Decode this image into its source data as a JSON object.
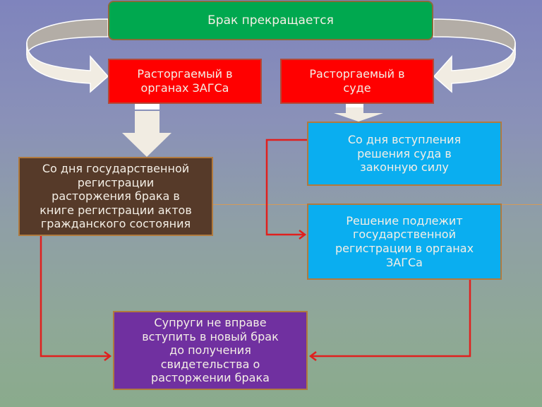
{
  "diagram": {
    "title_box": {
      "text": "Брак прекращается",
      "color": "#00a84f"
    },
    "branches": [
      {
        "text": "Расторгаемый в\nорганах ЗАГСа",
        "color": "#ff0000"
      },
      {
        "text": "Расторгаемый в\nсуде",
        "color": "#ff0000"
      }
    ],
    "registry_box": {
      "text": "Со дня государственной\nрегистрации\nрасторжения брака в\nкниге регистрации актов\nгражданского состояния",
      "color": "#563a29"
    },
    "court_box": {
      "text": "Со дня вступления\nрешения суда в\nзаконную силу",
      "color": "#0aaef0"
    },
    "registration_box": {
      "text": "Решение подлежит\nгосударственной\nрегистрации в органах\nЗАГСа",
      "color": "#0aaef0"
    },
    "result_box": {
      "text": "Супруги не вправе\nвступить в новый брак\nдо получения\nсвидетельства о\nрасторжении брака",
      "color": "#7030a0"
    },
    "connector_color": "#e0201e",
    "arrow_color": "#f3eee4"
  }
}
